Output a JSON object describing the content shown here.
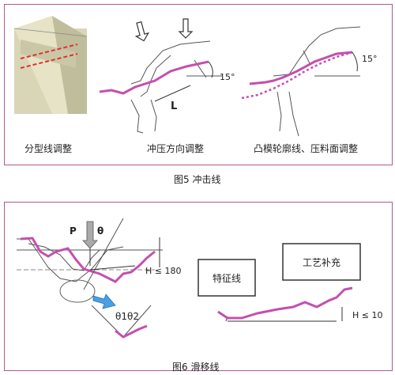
{
  "figure5": {
    "caption": "图5 冲击线",
    "sub_captions": [
      "分型线调整",
      "冲压方向调整",
      "凸模轮廓线、压料面调整"
    ],
    "label_L": "L",
    "angle_left": "15°",
    "angle_right": "15°"
  },
  "figure6": {
    "caption": "图6 滑移线",
    "label_P": "P",
    "label_theta": "θ",
    "label_theta12": "θ1θ2",
    "label_h180": "H ≤ 180",
    "feature_line": "特征线",
    "process_supplement": "工艺补充",
    "label_h10": "H ≤ 10"
  },
  "colors": {
    "accent": "#c44fb0",
    "frame": "#b05a8a",
    "line": "#555555",
    "arrow": "#4aa0e0"
  }
}
